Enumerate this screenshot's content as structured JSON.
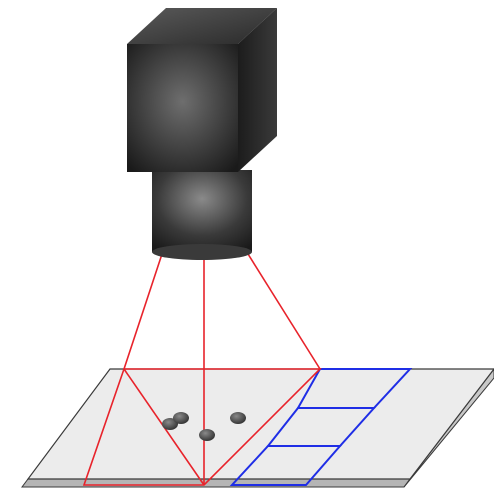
{
  "diagram": {
    "colors": {
      "background": "#ffffff",
      "stage_fill": "#ececec",
      "stage_edge": "#b5b5b5",
      "stage_outline": "#3a3a3a",
      "field_of_view": "#e8232b",
      "grid_cells": "#1f2ee6",
      "camera_dark": "#1a1a1a",
      "camera_light": "#6e6e6e",
      "specimen": "#4a4a4a"
    },
    "components": {
      "camera_body": "camera-body",
      "camera_lens": "camera-lens",
      "stage": "sample-stage",
      "field_of_view": "red-field-of-view",
      "grid": "blue-grid-cells",
      "specimens": "sample-particles"
    },
    "counts": {
      "grid_cells": 3,
      "particles": 4
    }
  }
}
